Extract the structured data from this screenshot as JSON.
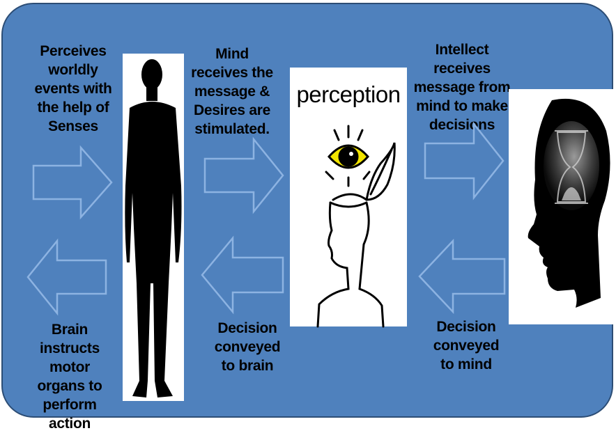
{
  "diagram": {
    "colors": {
      "background": "#4f81bd",
      "border": "#2c4d75",
      "arrow_fill": "#4f81bd",
      "arrow_outline": "#8db3e2",
      "silhouette": "#000000",
      "eye_yellow": "#f2e500"
    },
    "labels": {
      "perceives": "Perceives worldly events with the help of Senses",
      "mind_receives": "Mind receives the message & Desires are stimulated.",
      "intellect_receives": "Intellect  receives message from mind to make decisions",
      "brain_instructs": "Brain instructs motor organs to perform action",
      "decision_to_brain": "Decision conveyed to brain",
      "decision_to_mind": "Decision conveyed to mind"
    },
    "perception_card": {
      "title": "perception"
    },
    "icons": [
      "human-silhouette-icon",
      "perception-eye-head-icon",
      "head-hourglass-icon"
    ]
  }
}
